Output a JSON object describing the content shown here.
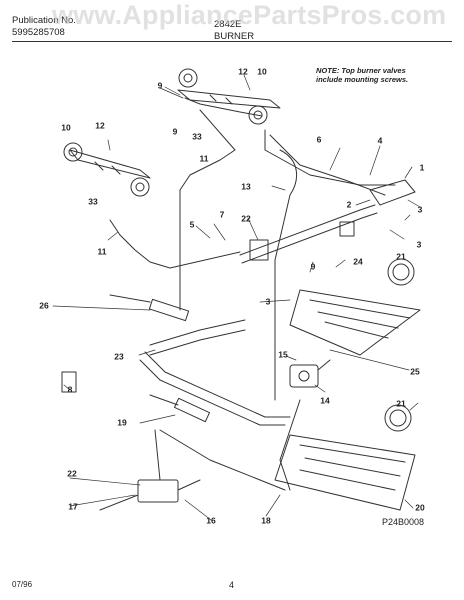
{
  "header": {
    "publication_label": "Publication No.",
    "publication_number": "5995285708",
    "model": "2842E",
    "section_title": "BURNER"
  },
  "watermark": "www.AppliancePartsPros.com",
  "note": {
    "line1": "NOTE: Top burner valves",
    "line2": "include mounting screws."
  },
  "callouts": [
    "12",
    "10",
    "9",
    "10",
    "12",
    "9",
    "33",
    "11",
    "33",
    "6",
    "4",
    "1",
    "13",
    "2",
    "3",
    "7",
    "22",
    "5",
    "11",
    "3",
    "24",
    "21",
    "3",
    "9",
    "26",
    "25",
    "23",
    "15",
    "8",
    "14",
    "19",
    "21",
    "22",
    "17",
    "16",
    "18",
    "20"
  ],
  "figure_code": "P24B0008",
  "footer": {
    "date": "07/96",
    "page": "4"
  },
  "colors": {
    "line": "#333333",
    "watermark": "#c8c8c8"
  }
}
